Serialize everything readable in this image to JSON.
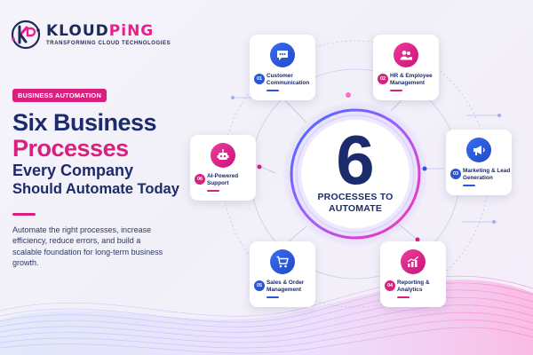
{
  "brand": {
    "name_prefix": "KL",
    "name_middle": "OUD",
    "name_suffix": "PiNG",
    "tagline": "TRANSFORMING CLOUD TECHNOLOGIES"
  },
  "badge": "BUSINESS AUTOMATION",
  "headline": {
    "line1": "Six Business",
    "line2": "Processes",
    "line3": "Every Company",
    "line4": "Should Automate Today"
  },
  "description": "Automate the right processes, increase efficiency, reduce errors, and build a scalable foundation for long-term business growth.",
  "hub": {
    "number": "6",
    "label_line1": "PROCESSES TO",
    "label_line2": "AUTOMATE"
  },
  "processes": [
    {
      "num": "01",
      "label": "Customer Communication",
      "icon": "chat-icon",
      "color": "blue"
    },
    {
      "num": "02",
      "label": "HR & Employee Management",
      "icon": "people-icon",
      "color": "pink"
    },
    {
      "num": "03",
      "label": "Marketing & Lead Generation",
      "icon": "megaphone-icon",
      "color": "blue"
    },
    {
      "num": "04",
      "label": "Reporting & Analytics",
      "icon": "chart-icon",
      "color": "pink"
    },
    {
      "num": "05",
      "label": "Sales & Order Management",
      "icon": "cart-icon",
      "color": "blue"
    },
    {
      "num": "06",
      "label": "AI-Powered Support",
      "icon": "robot-icon",
      "color": "pink"
    }
  ],
  "colors": {
    "navy": "#1b2b6b",
    "pink": "#d9207f",
    "blue": "#2a55d8",
    "background": "#f4f2fa"
  }
}
